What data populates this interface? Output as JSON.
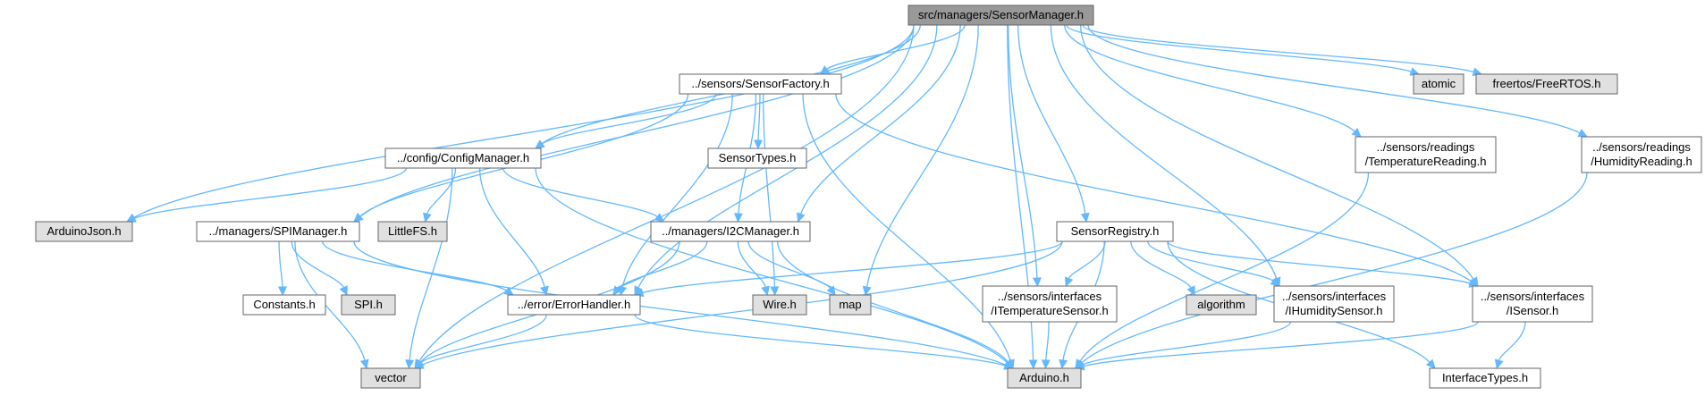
{
  "graph": {
    "nodes": [
      {
        "id": "root",
        "lines": [
          "src/managers/SensorManager.h"
        ],
        "style": "root"
      },
      {
        "id": "factory",
        "lines": [
          "../sensors/SensorFactory.h"
        ],
        "style": "link"
      },
      {
        "id": "atomic",
        "lines": [
          "atomic"
        ],
        "style": "external"
      },
      {
        "id": "freertos",
        "lines": [
          "freertos/FreeRTOS.h"
        ],
        "style": "external"
      },
      {
        "id": "config",
        "lines": [
          "../config/ConfigManager.h"
        ],
        "style": "link"
      },
      {
        "id": "sensortypes",
        "lines": [
          "SensorTypes.h"
        ],
        "style": "link"
      },
      {
        "id": "tempreading",
        "lines": [
          "../sensors/readings",
          "/TemperatureReading.h"
        ],
        "style": "link"
      },
      {
        "id": "humreading",
        "lines": [
          "../sensors/readings",
          "/HumidityReading.h"
        ],
        "style": "link"
      },
      {
        "id": "arduinojson",
        "lines": [
          "ArduinoJson.h"
        ],
        "style": "external"
      },
      {
        "id": "spimanager",
        "lines": [
          "../managers/SPIManager.h"
        ],
        "style": "link"
      },
      {
        "id": "littlefs",
        "lines": [
          "LittleFS.h"
        ],
        "style": "external"
      },
      {
        "id": "i2cmanager",
        "lines": [
          "../managers/I2CManager.h"
        ],
        "style": "link"
      },
      {
        "id": "registry",
        "lines": [
          "SensorRegistry.h"
        ],
        "style": "link"
      },
      {
        "id": "constants",
        "lines": [
          "Constants.h"
        ],
        "style": "link"
      },
      {
        "id": "spih",
        "lines": [
          "SPI.h"
        ],
        "style": "external"
      },
      {
        "id": "errorhandler",
        "lines": [
          "../error/ErrorHandler.h"
        ],
        "style": "link"
      },
      {
        "id": "wire",
        "lines": [
          "Wire.h"
        ],
        "style": "external"
      },
      {
        "id": "map",
        "lines": [
          "map"
        ],
        "style": "external"
      },
      {
        "id": "itempsensor",
        "lines": [
          "../sensors/interfaces",
          "/ITemperatureSensor.h"
        ],
        "style": "link"
      },
      {
        "id": "algorithm",
        "lines": [
          "algorithm"
        ],
        "style": "external"
      },
      {
        "id": "ihumsensor",
        "lines": [
          "../sensors/interfaces",
          "/IHumiditySensor.h"
        ],
        "style": "link"
      },
      {
        "id": "isensor",
        "lines": [
          "../sensors/interfaces",
          "/ISensor.h"
        ],
        "style": "link"
      },
      {
        "id": "vector",
        "lines": [
          "vector"
        ],
        "style": "external"
      },
      {
        "id": "arduino",
        "lines": [
          "Arduino.h"
        ],
        "style": "external"
      },
      {
        "id": "interfacetypes",
        "lines": [
          "InterfaceTypes.h"
        ],
        "style": "link"
      }
    ],
    "edges": [
      [
        "root",
        "factory"
      ],
      [
        "root",
        "atomic"
      ],
      [
        "root",
        "freertos"
      ],
      [
        "root",
        "config"
      ],
      [
        "root",
        "tempreading"
      ],
      [
        "root",
        "humreading"
      ],
      [
        "root",
        "arduinojson"
      ],
      [
        "root",
        "spimanager"
      ],
      [
        "root",
        "i2cmanager"
      ],
      [
        "root",
        "registry"
      ],
      [
        "root",
        "errorhandler"
      ],
      [
        "root",
        "map"
      ],
      [
        "root",
        "itempsensor"
      ],
      [
        "root",
        "ihumsensor"
      ],
      [
        "root",
        "isensor"
      ],
      [
        "root",
        "vector"
      ],
      [
        "root",
        "arduino"
      ],
      [
        "factory",
        "sensortypes"
      ],
      [
        "factory",
        "config"
      ],
      [
        "factory",
        "spimanager"
      ],
      [
        "factory",
        "i2cmanager"
      ],
      [
        "factory",
        "errorhandler"
      ],
      [
        "factory",
        "wire"
      ],
      [
        "factory",
        "isensor"
      ],
      [
        "factory",
        "arduino"
      ],
      [
        "config",
        "arduinojson"
      ],
      [
        "config",
        "littlefs"
      ],
      [
        "config",
        "i2cmanager"
      ],
      [
        "config",
        "errorhandler"
      ],
      [
        "config",
        "vector"
      ],
      [
        "config",
        "arduino"
      ],
      [
        "spimanager",
        "constants"
      ],
      [
        "spimanager",
        "spih"
      ],
      [
        "spimanager",
        "errorhandler"
      ],
      [
        "spimanager",
        "vector"
      ],
      [
        "spimanager",
        "arduino"
      ],
      [
        "i2cmanager",
        "errorhandler"
      ],
      [
        "i2cmanager",
        "wire"
      ],
      [
        "i2cmanager",
        "map"
      ],
      [
        "i2cmanager",
        "vector"
      ],
      [
        "i2cmanager",
        "arduino"
      ],
      [
        "registry",
        "errorhandler"
      ],
      [
        "registry",
        "itempsensor"
      ],
      [
        "registry",
        "algorithm"
      ],
      [
        "registry",
        "ihumsensor"
      ],
      [
        "registry",
        "isensor"
      ],
      [
        "registry",
        "vector"
      ],
      [
        "registry",
        "arduino"
      ],
      [
        "registry",
        "interfacetypes"
      ],
      [
        "errorhandler",
        "vector"
      ],
      [
        "errorhandler",
        "arduino"
      ],
      [
        "itempsensor",
        "arduino"
      ],
      [
        "ihumsensor",
        "arduino"
      ],
      [
        "isensor",
        "arduino"
      ],
      [
        "isensor",
        "interfacetypes"
      ],
      [
        "tempreading",
        "arduino"
      ],
      [
        "humreading",
        "arduino"
      ]
    ]
  },
  "colors": {
    "edge": "#63B8FF",
    "root_fill": "#999999",
    "external_fill": "#e0e0e0",
    "link_fill": "#ffffff",
    "border": "#666666"
  }
}
